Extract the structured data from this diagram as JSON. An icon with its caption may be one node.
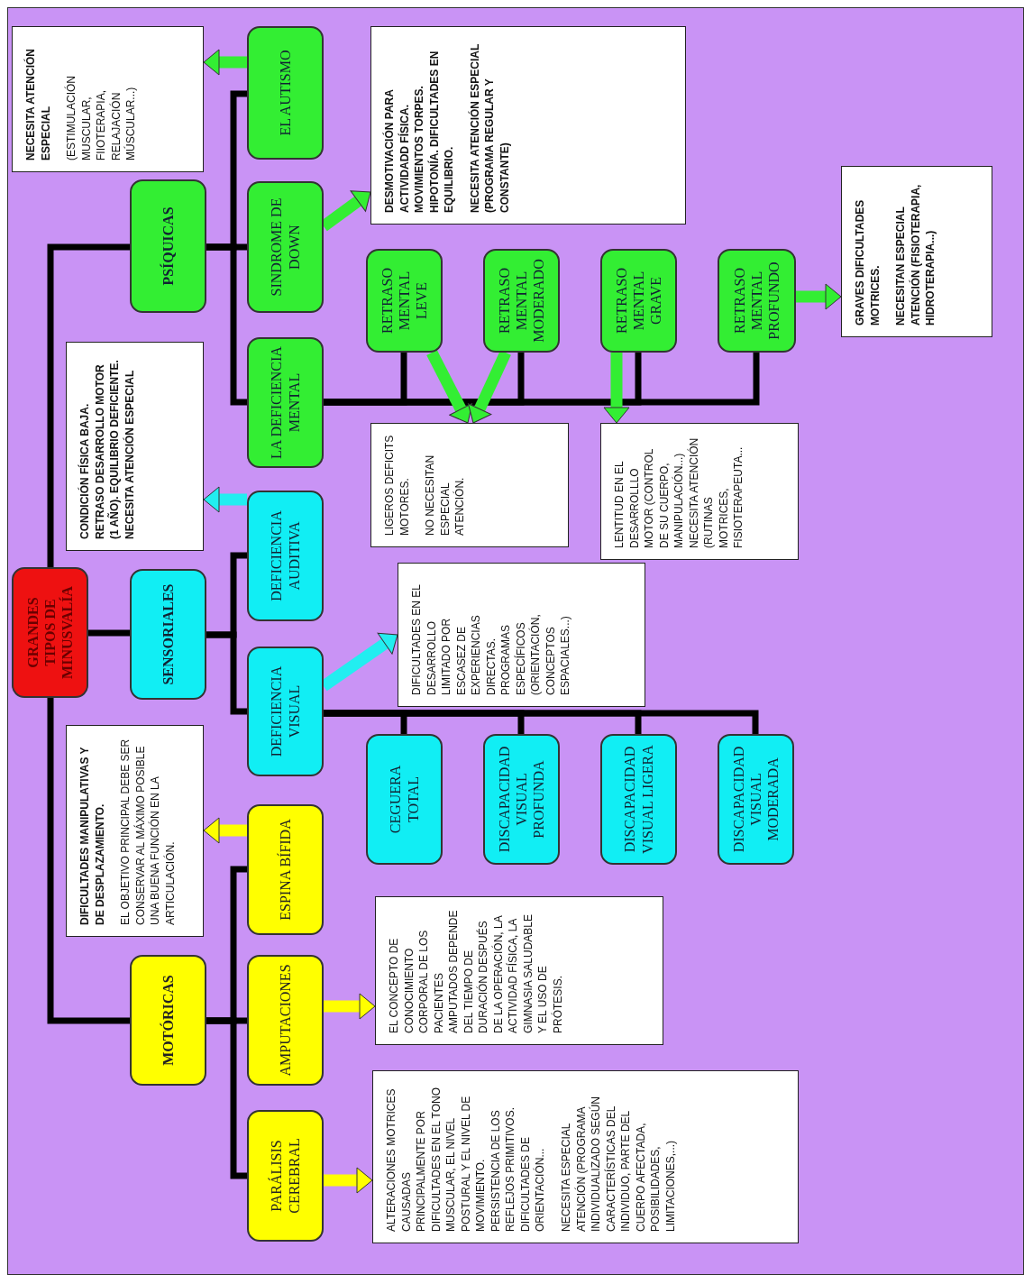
{
  "diagram": {
    "nodes": [
      {
        "text": [
          "GRANDES TIPOS DE MINUSVALÍA"
        ]
      },
      {
        "text": [
          "SENSORIALES"
        ]
      },
      {
        "text": [
          "MOTÓRICAS"
        ]
      },
      {
        "text": [
          "PSÍQUICAS"
        ]
      },
      {
        "text": [
          "ESPINA BÍFIDA"
        ]
      },
      {
        "text": [
          "AMPUTACIONES"
        ]
      },
      {
        "text": [
          "PARÁLISIS CEREBRAL"
        ]
      },
      {
        "text": [
          "DEFICIENCIA VISUAL"
        ]
      },
      {
        "text": [
          "DEFICIENCIA AUDITIVA"
        ]
      },
      {
        "text": [
          "LA DEFICIENCIA MENTAL"
        ]
      },
      {
        "text": [
          "SINDROME DE DOWN"
        ]
      },
      {
        "text": [
          "EL AUTISMO"
        ]
      },
      {
        "text": [
          "CEGUERA TOTAL"
        ]
      },
      {
        "text": [
          "DISCAPACIDAD VISUAL PROFUNDA"
        ]
      },
      {
        "text": [
          "DISCAPACIDAD VISUAL LIGERA"
        ]
      },
      {
        "text": [
          "DISCAPACIDAD VISUAL MODERADA"
        ]
      },
      {
        "text": [
          "RETRASO MENTAL LEVE"
        ]
      },
      {
        "text": [
          "RETRASO MENTAL MODERADO"
        ]
      },
      {
        "text": [
          "RETRASO MENTAL GRAVE"
        ]
      },
      {
        "text": [
          "RETRASO MENTAL PROFUNDO"
        ]
      },
      {
        "text": [
          "NECESITA ATENCIÓN ESPECIAL",
          "(ESTIMULACIÓN MUSCULAR, FIIOTERAPIA, RELAJACIÓN MÚSCULAR...)"
        ]
      },
      {
        "text": [
          "CONDICIÓN FÍSICA BAJA. RETRASO DESARROLLO MOTOR (1 AÑO). EQUILIBRIO DEFICIENTE. NECESITA ATENCIÓN ESPECIAL"
        ]
      },
      {
        "text": [
          "DIFICULTADES MANIPULATIVAS Y DE DESPLAZAMIENTO.",
          "EL OBJETIVO PRINCIPAL DEBE SER CONSERVAR AL MÁXIMO POSIBLE UNA BUENA FUNCIÓN EN LA ARTICULACIÓN."
        ]
      },
      {
        "text": [
          "DESMOTIVACIÓN PARA ACTIVIDADD FÍSICA. MOVIMIENTOS TORPES. HIPOTONÍA. DIFICULTADES EN EQUILIBRIO.",
          "NECESITA ATENCIÓN ESPECIAL (PROGRAMA REGULAR Y CONSTANTE)"
        ]
      },
      {
        "text": [
          "LIGEROS DEFICITS MOTORES.",
          "NO NECESITAN ESPECIAL ATENCIÓN."
        ]
      },
      {
        "text": [
          "LENTITUD EN EL DESARROLLLO MOTOR (CONTROL DE SU CUERPO, MANIPULACIÓN...) NECESITA ATENCIÓN (RUTINAS MOTRICES, FISIOTERAPEUTA..."
        ]
      },
      {
        "text": [
          "GRAVES DIFICULTADES MOTRICES.",
          "NECESITAN ESPECIAL ATENCIÓN (FISIOTERAPIA, HIDROTERAPIA...)"
        ]
      },
      {
        "text": [
          "DIFICULTADES EN EL DESARROLLO LIMITADO POR ESCASEZ DE EXPERIENCIAS DIRECTAS. PROGRAMAS ESPECÍFICOS (ORIENTACIÓN, CONCEPTOS ESPACIALES...)"
        ]
      },
      {
        "text": [
          "EL CONCEPTO DE CONOCIMIENTO CORPORAL DE LOS PACIENTES AMPUTADOS DEPENDE DEL TIEMPO DE DURACIÓN DESPUÉS DE LA OPERACIÓN, LA ACTIVIDAD FÍSICA, LA GIMNASIA SALUDABLE Y EL USO DE PRÓTESIS."
        ]
      },
      {
        "text": [
          "ALTERACIONES MOTRICES CAUSADAS PRINCIPALMENTE POR DIFICULTADES EN EL TONO MUSCULAR, EL NIVEL POSTURAL Y EL NIVEL DE MOVIMIENTO. PERSISTENCIA DE LOS REFLEJOS PRIMITIVOS. DIFICULTADES DE ORIENTACIÓN...",
          "NECESITA ESPECIAL ATENCIÓN (PROGRAMA INDIVIDUALIZADO SEGÚN CARACTERÍSTICAS DEL INDIVIDUO, PARTE DEL CUERPO AFECTADA, POSIBILIDADES, LIMITACIONES,...)"
        ]
      }
    ],
    "edges": [
      {
        "from": 0,
        "to": 3,
        "arrow": "none"
      },
      {
        "from": 0,
        "to": 1,
        "arrow": "none"
      },
      {
        "from": 0,
        "to": 2,
        "arrow": "none"
      },
      {
        "from": 3,
        "to": 11,
        "arrow": "none"
      },
      {
        "from": 3,
        "to": 10,
        "arrow": "none"
      },
      {
        "from": 3,
        "to": 9,
        "arrow": "none"
      },
      {
        "from": 1,
        "to": 8,
        "arrow": "none"
      },
      {
        "from": 1,
        "to": 7,
        "arrow": "none"
      },
      {
        "from": 2,
        "to": 4,
        "arrow": "none"
      },
      {
        "from": 2,
        "to": 5,
        "arrow": "none"
      },
      {
        "from": 2,
        "to": 6,
        "arrow": "none"
      },
      {
        "from": 7,
        "to": 12,
        "arrow": "none"
      },
      {
        "from": 7,
        "to": 13,
        "arrow": "none"
      },
      {
        "from": 7,
        "to": 14,
        "arrow": "none"
      },
      {
        "from": 7,
        "to": 15,
        "arrow": "none"
      },
      {
        "from": 9,
        "to": 16,
        "arrow": "none"
      },
      {
        "from": 9,
        "to": 17,
        "arrow": "none"
      },
      {
        "from": 9,
        "to": 18,
        "arrow": "none"
      },
      {
        "from": 9,
        "to": 19,
        "arrow": "none"
      },
      {
        "from": 11,
        "to": 20,
        "arrow": "to",
        "style": "thick",
        "color": "#33ee33"
      },
      {
        "from": 10,
        "to": 23,
        "arrow": "to",
        "style": "thick",
        "color": "#33ee33"
      },
      {
        "from": 8,
        "to": 21,
        "arrow": "to",
        "style": "thick",
        "color": "#22eef0"
      },
      {
        "from": 7,
        "to": 27,
        "arrow": "to",
        "style": "thick",
        "color": "#22eef0"
      },
      {
        "from": 4,
        "to": 22,
        "arrow": "to",
        "style": "thick",
        "color": "#ffff00"
      },
      {
        "from": 16,
        "to": 24,
        "arrow": "to",
        "style": "thick",
        "color": "#33ee33"
      },
      {
        "from": 17,
        "to": 24,
        "arrow": "to",
        "style": "thick",
        "color": "#33ee33"
      },
      {
        "from": 18,
        "to": 25,
        "arrow": "to",
        "style": "thick",
        "color": "#33ee33"
      },
      {
        "from": 19,
        "to": 26,
        "arrow": "to",
        "style": "thick",
        "color": "#33ee33"
      },
      {
        "from": 5,
        "to": 28,
        "arrow": "to",
        "style": "thick",
        "color": "#ffff00"
      },
      {
        "from": 6,
        "to": 29,
        "arrow": "to",
        "style": "thick",
        "color": "#ffff00"
      }
    ]
  }
}
